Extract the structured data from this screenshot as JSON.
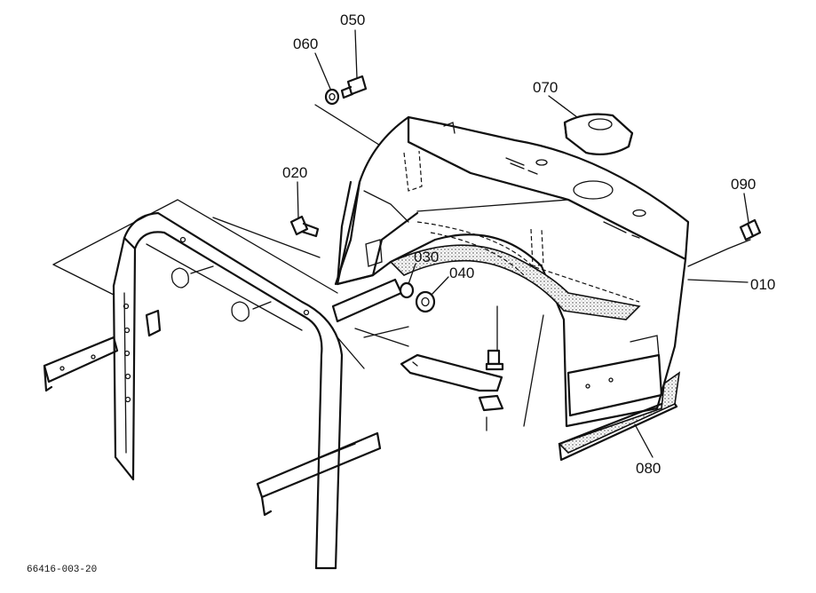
{
  "callouts": {
    "c050": "050",
    "c060": "060",
    "c070": "070",
    "c020": "020",
    "c090": "090",
    "c030": "030",
    "c040": "040",
    "c010": "010",
    "c080": "080"
  },
  "drawing_code": "66416-003-20"
}
